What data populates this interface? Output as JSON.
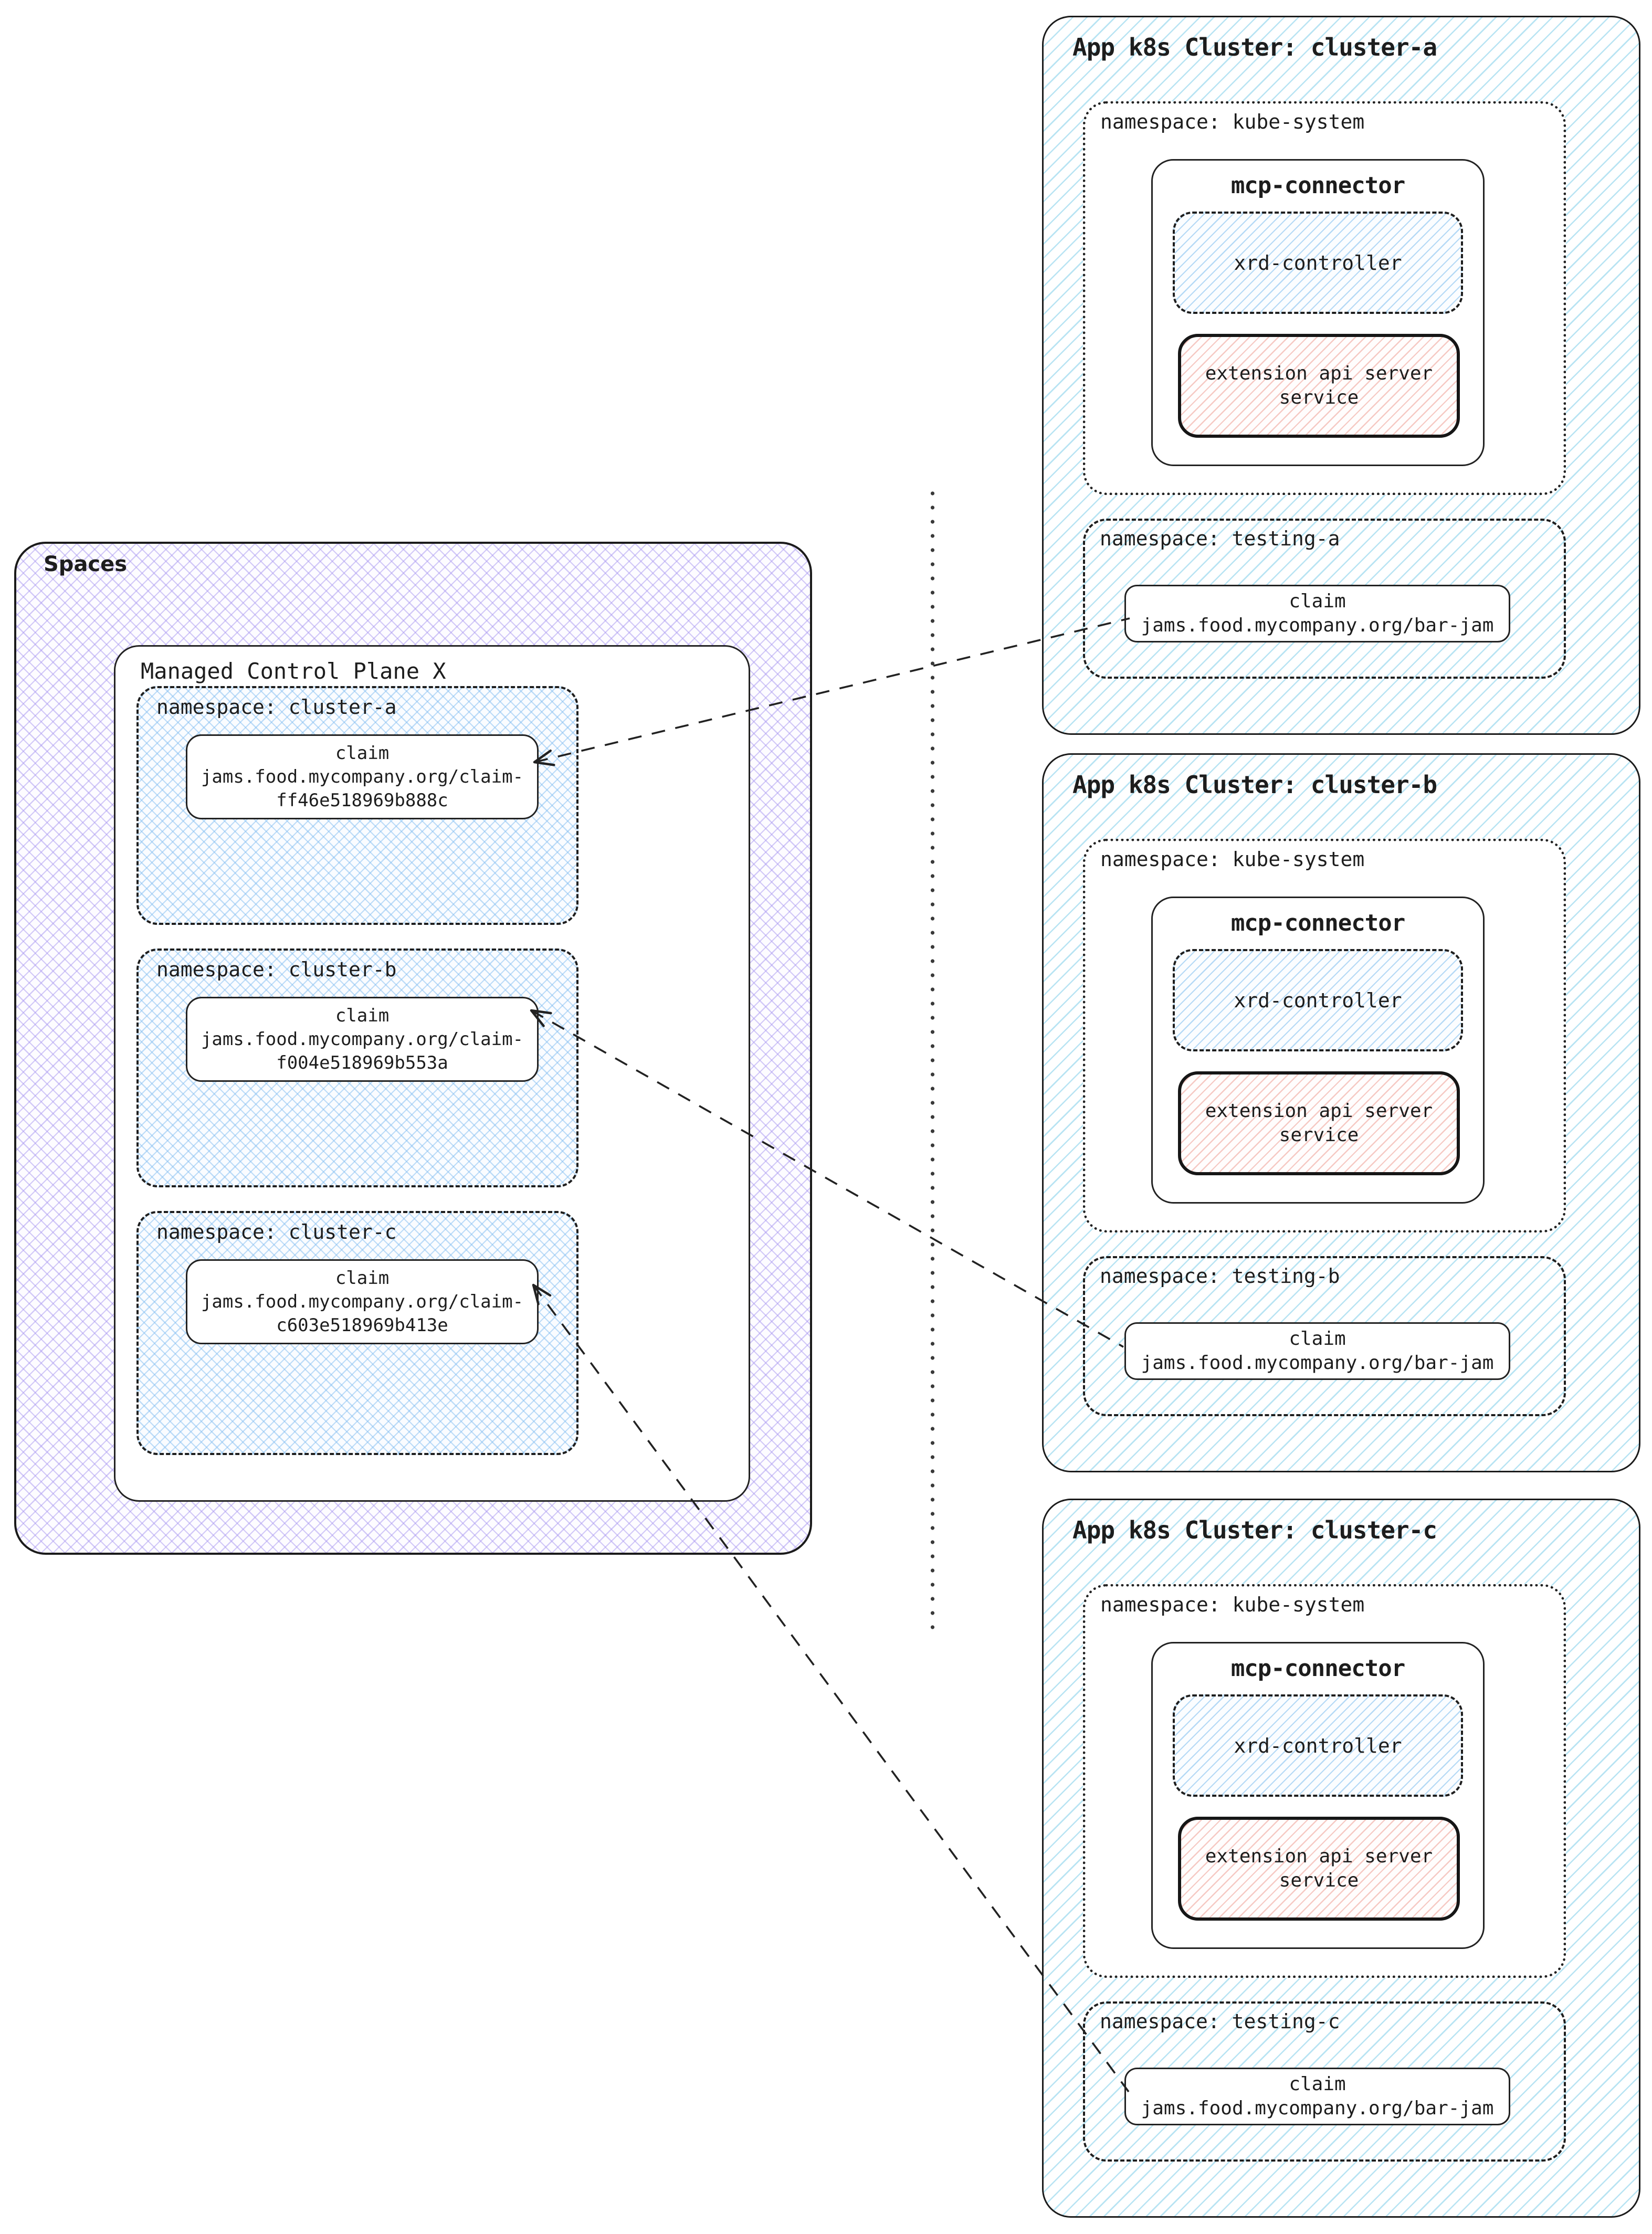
{
  "colors": {
    "ink": "#1d1d1d",
    "cluster_hatch": "#7dcde9",
    "spaces_hatch": "#a896f0",
    "namespace_hatch": "#80bcf0",
    "controller_hatch": "#70b6ec",
    "service_hatch": "#ee9e94"
  },
  "spaces": {
    "label": "Spaces",
    "control_plane": {
      "title": "Managed Control Plane X",
      "namespaces": [
        {
          "label": "namespace: cluster-a",
          "claim": {
            "title": "claim",
            "line1": "jams.food.mycompany.org/claim-",
            "line2": "ff46e518969b888c"
          }
        },
        {
          "label": "namespace: cluster-b",
          "claim": {
            "title": "claim",
            "line1": "jams.food.mycompany.org/claim-",
            "line2": "f004e518969b553a"
          }
        },
        {
          "label": "namespace: cluster-c",
          "claim": {
            "title": "claim",
            "line1": "jams.food.mycompany.org/claim-",
            "line2": "c603e518969b413e"
          }
        }
      ]
    }
  },
  "clusters": [
    {
      "title": "App k8s Cluster: cluster-a",
      "kube_system": {
        "label": "namespace: kube-system",
        "mcp_connector": {
          "title": "mcp-connector",
          "xrd_controller": "xrd-controller",
          "extension_service_line1": "extension api server",
          "extension_service_line2": "service"
        }
      },
      "testing": {
        "label": "namespace: testing-a",
        "claim": {
          "title": "claim",
          "name": "jams.food.mycompany.org/bar-jam"
        }
      }
    },
    {
      "title": "App k8s Cluster: cluster-b",
      "kube_system": {
        "label": "namespace: kube-system",
        "mcp_connector": {
          "title": "mcp-connector",
          "xrd_controller": "xrd-controller",
          "extension_service_line1": "extension api server",
          "extension_service_line2": "service"
        }
      },
      "testing": {
        "label": "namespace: testing-b",
        "claim": {
          "title": "claim",
          "name": "jams.food.mycompany.org/bar-jam"
        }
      }
    },
    {
      "title": "App k8s Cluster: cluster-c",
      "kube_system": {
        "label": "namespace: kube-system",
        "mcp_connector": {
          "title": "mcp-connector",
          "xrd_controller": "xrd-controller",
          "extension_service_line1": "extension api server",
          "extension_service_line2": "service"
        }
      },
      "testing": {
        "label": "namespace: testing-c",
        "claim": {
          "title": "claim",
          "name": "jams.food.mycompany.org/bar-jam"
        }
      }
    }
  ]
}
